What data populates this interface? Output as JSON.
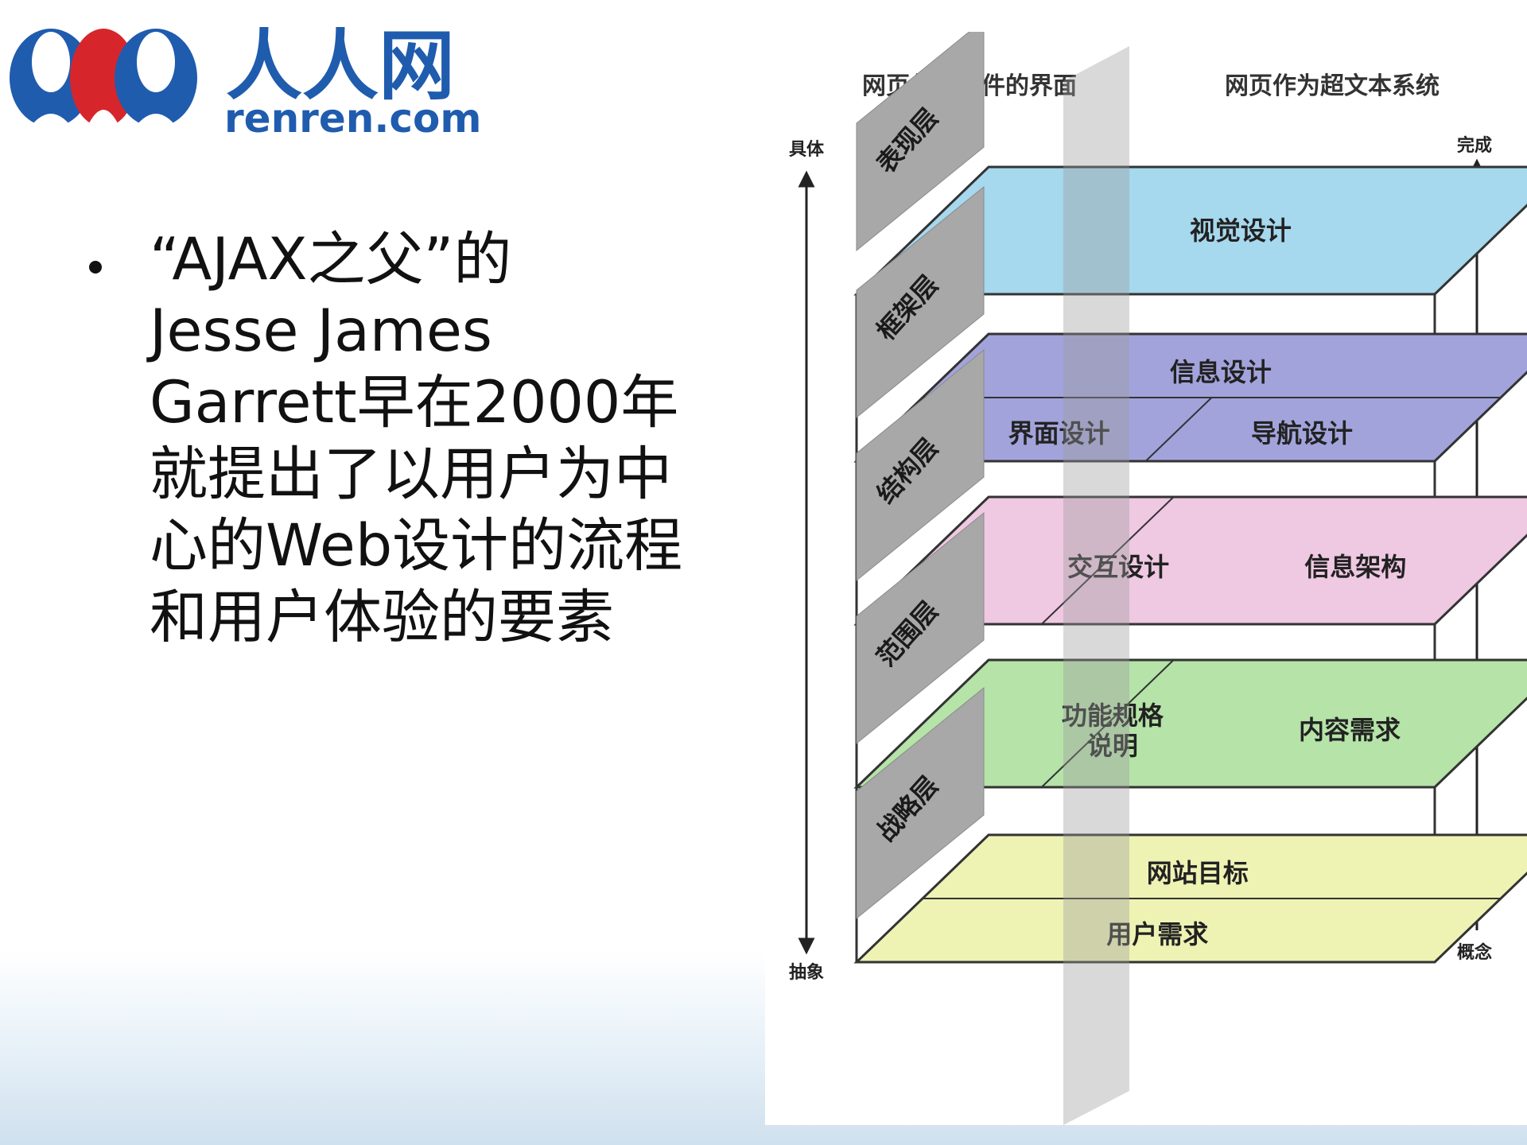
{
  "logo": {
    "name_cn": "人人网",
    "domain": "renren.com",
    "colors": {
      "blue": "#1f5cae",
      "red": "#d6262c"
    }
  },
  "bullet": {
    "text": "“AJAX之父”的\nJesse James\nGarrett早在2000年\n就提出了以用户为中\n心的Web设计的流程\n和用户体验的要素"
  },
  "diagram": {
    "header_left": "网页作为软件的界面",
    "header_right": "网页作为超文本系统",
    "axis_left_top": "具体",
    "axis_left_bottom": "抽象",
    "axis_right_top": "完成",
    "axis_right_bottom": "概念",
    "layers": [
      {
        "name": "表现层",
        "color": "#a6d8ee",
        "cells": [
          "视觉设计"
        ]
      },
      {
        "name": "框架层",
        "color": "#a3a3dc",
        "cells": [
          "界面设计",
          "导航设计",
          "信息设计"
        ]
      },
      {
        "name": "结构层",
        "color": "#efc8e2",
        "cells": [
          "交互设计",
          "信息架构"
        ]
      },
      {
        "name": "范围层",
        "color": "#b5e3a8",
        "cells": [
          "功能规格\n说明",
          "内容需求"
        ]
      },
      {
        "name": "战略层",
        "color": "#eef3b4",
        "cells": [
          "用户需求",
          "网站目标"
        ]
      }
    ]
  }
}
